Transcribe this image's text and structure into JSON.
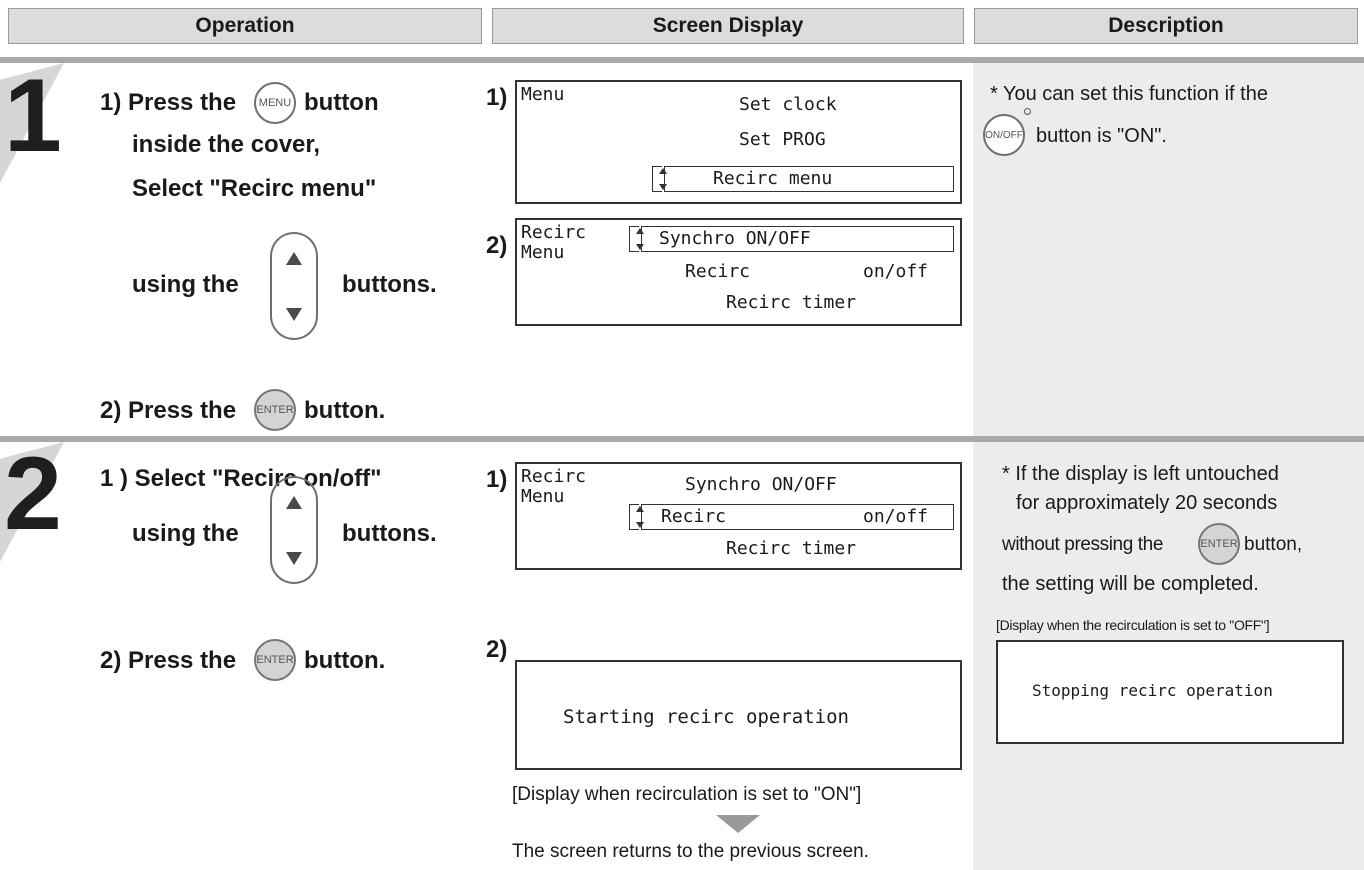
{
  "headers": {
    "operation": "Operation",
    "screen_display": "Screen Display",
    "description": "Description"
  },
  "icons": {
    "menu_button": "MENU",
    "enter_button": "ENTER",
    "onoff_button": "ON/OFF"
  },
  "step1": {
    "number": "1",
    "press_the": "1) Press the",
    "button": "button",
    "inside_cover": "inside the cover,",
    "select_recirc_menu": "Select \"Recirc menu\"",
    "using_the": "using the",
    "buttons": "buttons.",
    "press_the_2": "2) Press the",
    "button_2": "button.",
    "screen1_label": "1)",
    "screen1": {
      "title": "Menu",
      "line1": "Set clock",
      "line2": "Set PROG",
      "line3": "Recirc menu"
    },
    "screen2_label": "2)",
    "screen2": {
      "title_line1": "Recirc",
      "title_line2": "Menu",
      "line1": "Synchro ON/OFF",
      "line2a": "Recirc",
      "line2b": "on/off",
      "line3": "Recirc timer"
    },
    "desc_line1": "* You can set this function if the",
    "desc_line2": "button is \"ON\"."
  },
  "step2": {
    "number": "2",
    "select_recirc_onoff": "1 ) Select \"Recirc on/off\"",
    "using_the": "using the",
    "buttons": "buttons.",
    "press_the_2": "2) Press the",
    "button_2": "button.",
    "screen1_label": "1)",
    "screen1": {
      "title_line1": "Recirc",
      "title_line2": "Menu",
      "line1": "Synchro ON/OFF",
      "line2a": "Recirc",
      "line2b": "on/off",
      "line3": "Recirc timer"
    },
    "screen2_label": "2)",
    "screen2_text": "Starting recirc operation",
    "screen2_caption": "[Display when recirculation is set to \"ON\"]",
    "return_text": "The screen returns to the previous screen.",
    "desc_line1": "* If the display is left untouched",
    "desc_line2": "for approximately 20 seconds",
    "desc_line3a": "without pressing the",
    "desc_line3b": "button,",
    "desc_line4": "the setting will be completed.",
    "off_note": "[Display when the recirculation is set to \"OFF\"]",
    "off_screen_text": "Stopping recirc operation"
  }
}
